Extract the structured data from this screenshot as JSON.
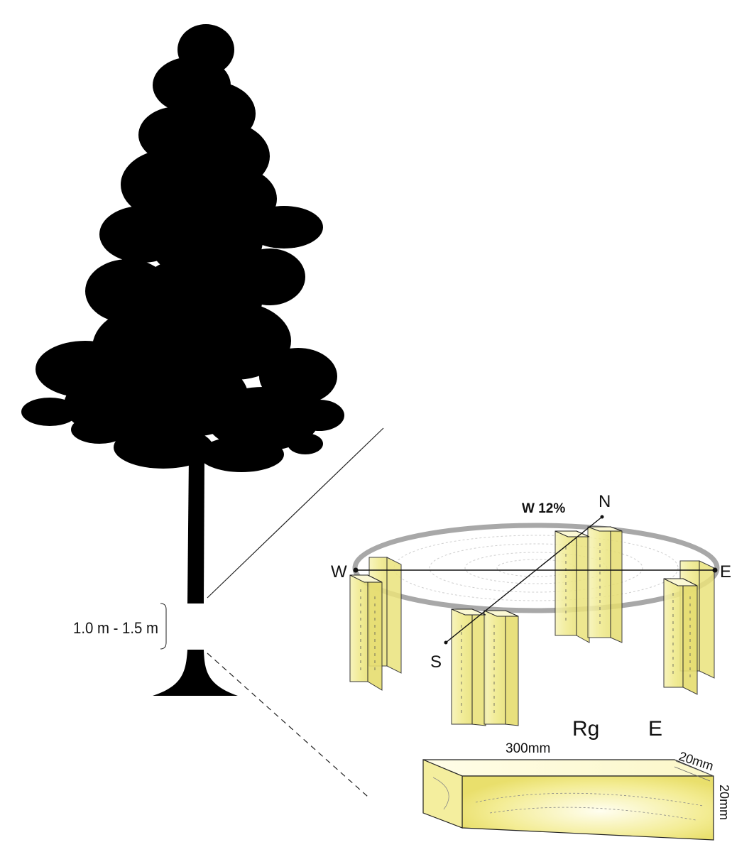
{
  "tree": {
    "height_label": "1.0 m - 1.5 m"
  },
  "disc": {
    "moisture_label": "W 12%",
    "directions": {
      "north": "N",
      "south": "S",
      "east": "E",
      "west": "W"
    }
  },
  "specimen": {
    "modulus_labels": [
      "Rg",
      "E"
    ],
    "length_label": "300mm",
    "width_label": "20mm",
    "height_label": "20mm"
  },
  "colors": {
    "silhouette": "#000000",
    "wood_fill": "#f3ef9c",
    "wood_light": "#fbf9d8",
    "ring_gray": "#9a9a9a"
  }
}
